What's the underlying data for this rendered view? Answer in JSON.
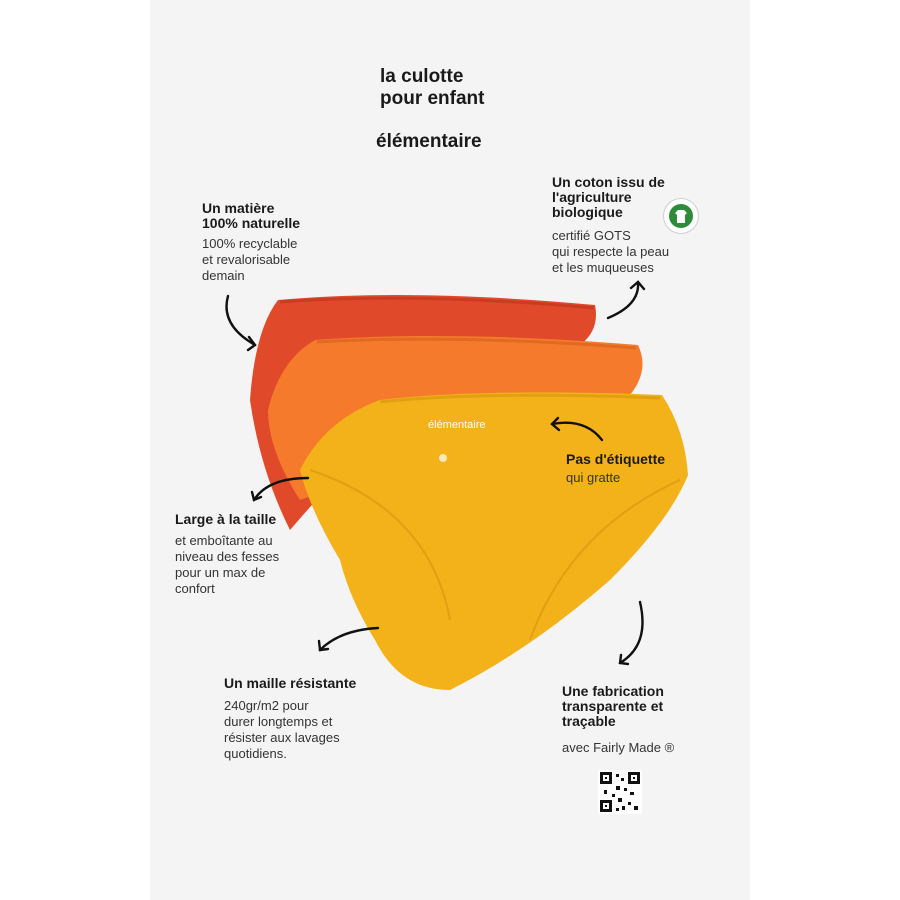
{
  "header": {
    "title_line1": "la culotte",
    "title_line2": "pour enfant",
    "brand": "élémentaire"
  },
  "callouts": {
    "material": {
      "title_line1": "Un matière",
      "title_line2": "100% naturelle",
      "body": "100% recyclable\net revalorisable\ndemain"
    },
    "cotton": {
      "title_line1": "Un coton issu de",
      "title_line2": "l'agriculture",
      "title_line3": "biologique",
      "body": "certifié GOTS\nqui respecte la peau\net les muqueuses"
    },
    "label": {
      "title": "Pas d'étiquette",
      "body": "qui gratte"
    },
    "waist": {
      "title": "Large à la taille",
      "body": "et emboîtante au\nniveau des fesses\npour un max de\nconfort"
    },
    "knit": {
      "title": "Un maille résistante",
      "body": "240gr/m2 pour\ndurer longtemps et\nrésister aux lavages\nquotidiens."
    },
    "fabrication": {
      "title_line1": "Une fabrication",
      "title_line2": "transparente et",
      "title_line3": "traçable",
      "body": "avec Fairly Made ®"
    }
  },
  "product_label": "élémentaire",
  "colors": {
    "background": "#f4f4f4",
    "red_brief": "#e04a2a",
    "orange_brief": "#f57a2c",
    "yellow_brief": "#f3b21a",
    "gots_green": "#2e8b3a"
  },
  "icons": [
    "gots-logo-icon",
    "qr-code-icon",
    "arrow-icon"
  ]
}
